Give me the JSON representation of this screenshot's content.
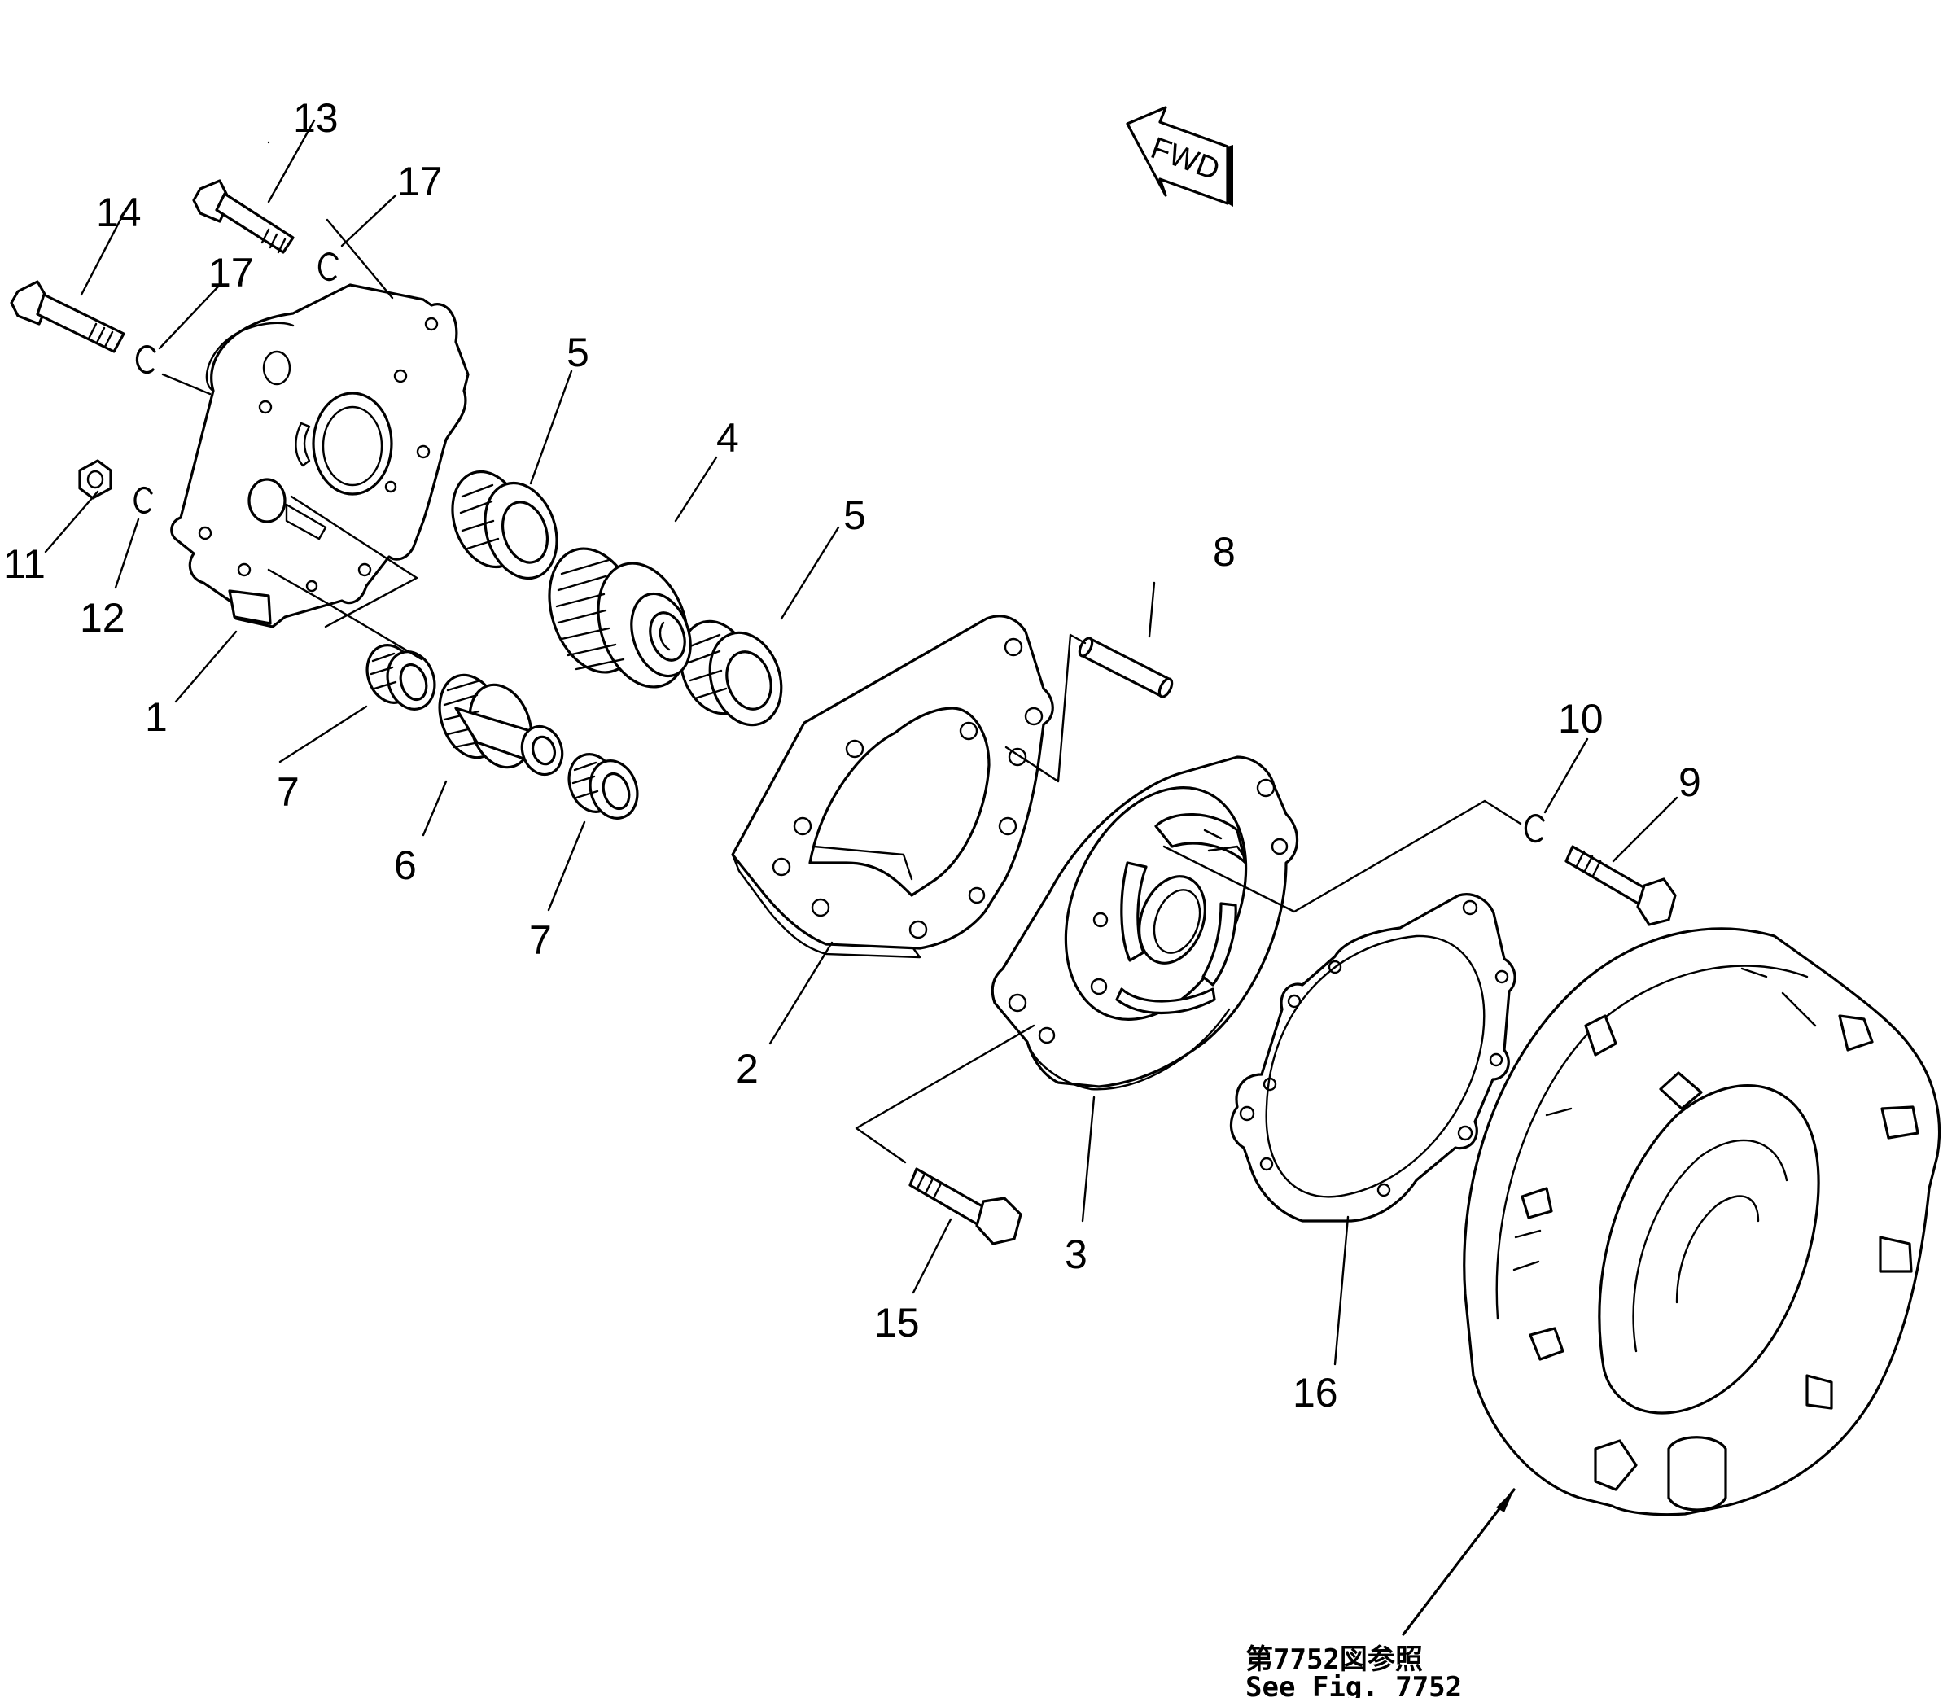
{
  "fwd_label": "FWD",
  "parts": [
    {
      "id": "1",
      "label": "1"
    },
    {
      "id": "2",
      "label": "2"
    },
    {
      "id": "3",
      "label": "3"
    },
    {
      "id": "4",
      "label": "4"
    },
    {
      "id": "5a",
      "label": "5"
    },
    {
      "id": "5b",
      "label": "5"
    },
    {
      "id": "6",
      "label": "6"
    },
    {
      "id": "7a",
      "label": "7"
    },
    {
      "id": "7b",
      "label": "7"
    },
    {
      "id": "8",
      "label": "8"
    },
    {
      "id": "9",
      "label": "9"
    },
    {
      "id": "10",
      "label": "10"
    },
    {
      "id": "11",
      "label": "11"
    },
    {
      "id": "12",
      "label": "12"
    },
    {
      "id": "13",
      "label": "13"
    },
    {
      "id": "14",
      "label": "14"
    },
    {
      "id": "15",
      "label": "15"
    },
    {
      "id": "16",
      "label": "16"
    },
    {
      "id": "17a",
      "label": "17"
    },
    {
      "id": "17b",
      "label": "17"
    }
  ],
  "reference": {
    "line1": "第7752図参照",
    "line2": "See  Fig. 7752"
  }
}
